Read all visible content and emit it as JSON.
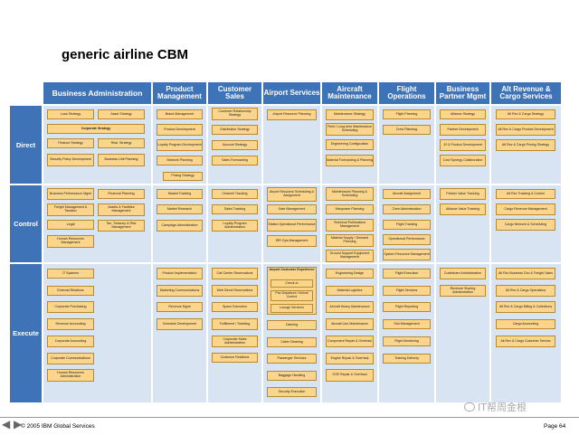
{
  "title": "generic airline CBM",
  "columns": [
    "Business Administration",
    "Product Management",
    "Customer Sales",
    "Airport Services",
    "Aircraft Maintenance",
    "Flight Operations",
    "Business Partner Mgmt",
    "Alt Revenue & Cargo Services"
  ],
  "rows": [
    "Direct",
    "Control",
    "Execute"
  ],
  "boxes": [
    "Loan Strategy",
    "Asset Strategy",
    "Corporate Strategy",
    "Finance Strategy",
    "Real. Strategy",
    "Security Policy Development",
    "Business Unit Planning",
    "Brand Management",
    "Product Development",
    "Loyalty Program Development",
    "Network Planning",
    "Pricing Strategy",
    "Customer Relationship Strategy",
    "Distribution Strategy",
    "Account Strategy",
    "Sales Forecasting",
    "Airport Resource Planning",
    "Maintenance Strategy",
    "Fleet / Long term Maintenance Scheduling",
    "Engineering Configuration",
    "Material Forecasting & Planning",
    "Flight Planning",
    "Crew Planning",
    "Alliance Strategy",
    "Partner Development",
    "JV & Product Development",
    "Cost Synergy Collaboration",
    "Alt Rev & Cargo Strategy",
    "Alt Rev & Cargo Product Development",
    "Alt Rev & Cargo Pricing Strategy",
    "Business Performance Mgmt",
    "Financial Planning",
    "Freight Management & Taxation",
    "Assets & Facilities Management",
    "Legal",
    "Tax, Treasury & Risk Management",
    "Human Resources Management",
    "Market Tracking",
    "Market Research",
    "Campaign Administration",
    "Channel Tracking",
    "Sales Tracking",
    "Loyalty Program Administration",
    "Airport Resource Scheduling & Assignment",
    "Gate Management",
    "Station Operational Performance",
    "IRR Ops Management",
    "Maintenance Planning & Scheduling",
    "Manpower Planning",
    "Technical Publications Management",
    "Material Supply / Demand Planning",
    "Ground Support Equipment Management",
    "Aircraft Assignment",
    "Crew Administration",
    "Flight Tracking",
    "Operational Performance",
    "System Resource Management",
    "Partner Value Tracking",
    "Alliance Value Tracking",
    "Alt Rev Tracking & Control",
    "Cargo Revenue Management",
    "Cargo Network & Scheduling",
    "IT Systems",
    "External Relations",
    "Corporate Purchasing",
    "Revenue Accounting",
    "Corporate Accounting",
    "Corporate Communications",
    "Human Resources Administration",
    "Product Implementation",
    "Marketing Communications",
    "Revenue Mgmt",
    "Schedule Development",
    "Call Center Reservations",
    "Web Direct Reservations",
    "Space Execution",
    "Fulfillment / Ticketing",
    "Corporate Sales Administration",
    "Customer Relations",
    "Airport Customer Experience",
    "Check-in",
    "Pax Departure / Arrival Control",
    "Lounge Services",
    "Catering",
    "Cabin Cleaning",
    "Passenger Services",
    "Baggage Handling",
    "Security Execution",
    "Engineering Design",
    "Material Logistics",
    "Aircraft Heavy Maintenance",
    "Aircraft Line Maintenance",
    "Component Repair & Overhaul",
    "Engine Repair & Overhaul",
    "GSE Repair & Overhaul",
    "Flight Execution",
    "Flight Services",
    "Flight Reporting",
    "Slot Management",
    "Flight Monitoring",
    "Training Delivery",
    "Codeshare Administration",
    "Revenue Sharing Administration",
    "Alt Rev Business Dev & Freight Sales",
    "Alt Rev & Cargo Operations",
    "Alt Rev & Cargo Billing & Collections",
    "Cargo Accounting",
    "Alt Rev & Cargo Customer Service"
  ],
  "footer": {
    "left": "© 2005 IBM Global Services",
    "right": "Page 64",
    "watermark": "IT帮周金根"
  }
}
